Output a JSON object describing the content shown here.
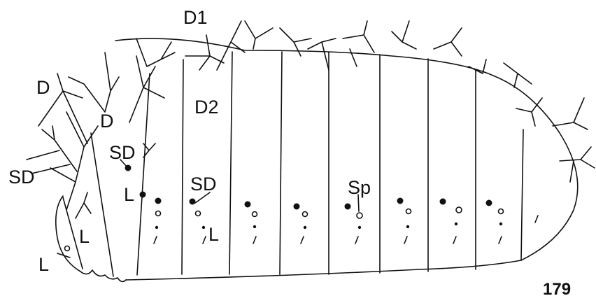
{
  "figure": {
    "number": "179",
    "stroke_color": "#111111",
    "background_color": "#ffffff",
    "labels": {
      "d1": "D1",
      "d_head": "D",
      "d_t1": "D",
      "d2": "D2",
      "sd_head": "SD",
      "sd_t1": "SD",
      "sd_mid": "SD",
      "l_t1": "L",
      "l_head_upper": "L",
      "l_head_lower": "L",
      "l_mid": "L",
      "sp": "Sp"
    }
  }
}
